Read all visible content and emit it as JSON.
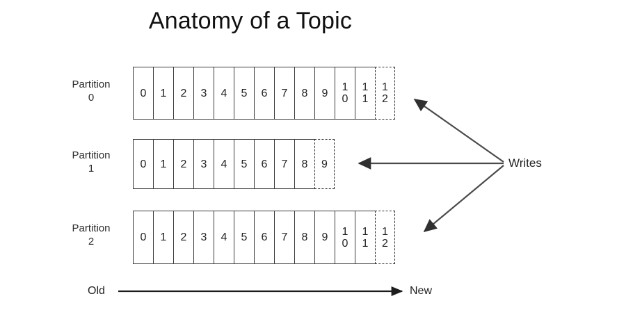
{
  "page_title": "Anatomy of a Topic",
  "colors": {
    "background": "#ffffff",
    "stroke": "#3a3a3a",
    "dashed_stroke": "#2e2e2e",
    "text": "#222222",
    "arrow": "#4a4a4a"
  },
  "diagram": {
    "type": "kafka-topic-partitions",
    "partitions": [
      {
        "label_line1": "Partition",
        "label_line2": "0",
        "committed_offsets": [
          "0",
          "1",
          "2",
          "3",
          "4",
          "5",
          "6",
          "7",
          "8",
          "9",
          "10",
          "11"
        ],
        "pending_offset": "12",
        "committed_count": 12
      },
      {
        "label_line1": "Partition",
        "label_line2": "1",
        "committed_offsets": [
          "0",
          "1",
          "2",
          "3",
          "4",
          "5",
          "6",
          "7",
          "8"
        ],
        "pending_offset": "9",
        "committed_count": 9
      },
      {
        "label_line1": "Partition",
        "label_line2": "2",
        "committed_offsets": [
          "0",
          "1",
          "2",
          "3",
          "4",
          "5",
          "6",
          "7",
          "8",
          "9",
          "10",
          "11"
        ],
        "pending_offset": "12",
        "committed_count": 12
      }
    ],
    "writes_label": "Writes",
    "writes_arrow_count": 3,
    "time_axis": {
      "start_label": "Old",
      "end_label": "New",
      "direction": "left-to-right"
    }
  }
}
